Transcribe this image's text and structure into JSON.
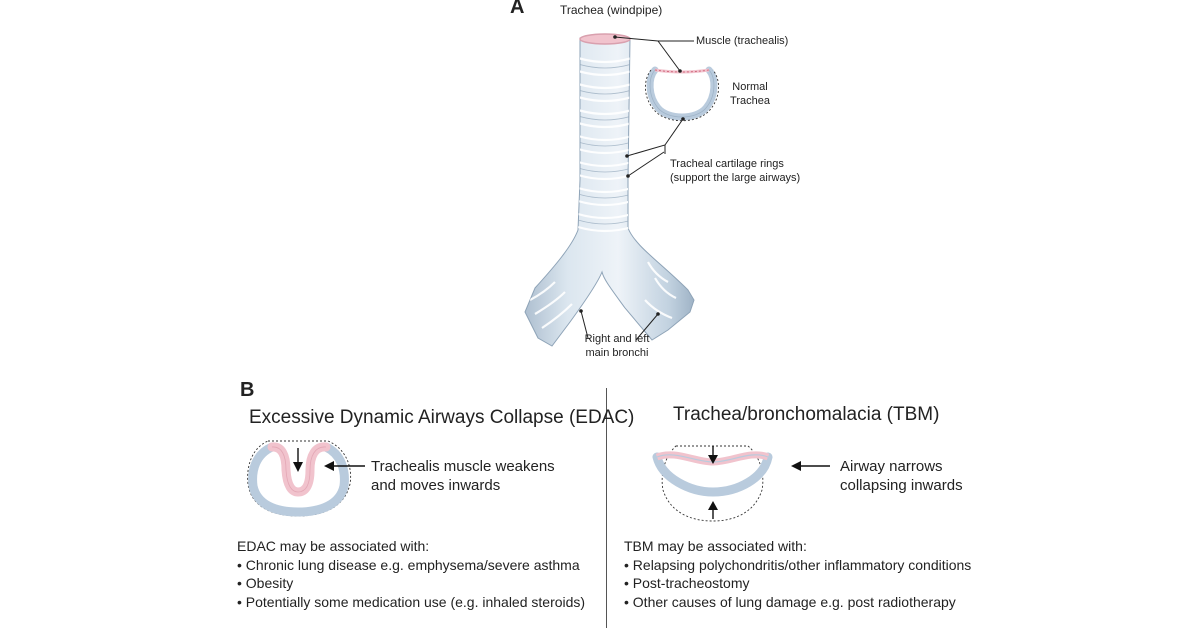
{
  "panel_a": {
    "letter": "A",
    "title": "Trachea (windpipe)",
    "labels": {
      "muscle": "Muscle (trachealis)",
      "normal_line1": "Normal",
      "normal_line2": "Trachea",
      "cartilage_line1": "Tracheal cartilage rings",
      "cartilage_line2": "(support the large airways)",
      "bronchi_line1": "Right and left",
      "bronchi_line2": "main bronchi"
    }
  },
  "panel_b": {
    "letter": "B",
    "edac": {
      "title": "Excessive Dynamic Airways Collapse (EDAC)",
      "note_line1": "Trachealis muscle weakens",
      "note_line2": "and moves inwards",
      "assoc_heading": "EDAC may be associated with:",
      "items": [
        "• Chronic lung disease e.g. emphysema/severe asthma",
        "• Obesity",
        "• Potentially some medication use (e.g. inhaled steroids)"
      ]
    },
    "tbm": {
      "title": "Trachea/bronchomalacia (TBM)",
      "note_line1": "Airway narrows",
      "note_line2": "collapsing inwards",
      "assoc_heading": "TBM may be associated with:",
      "items": [
        "• Relapsing polychondritis/other inflammatory conditions",
        "• Post-tracheostomy",
        "• Other causes of lung damage e.g. post radiotherapy"
      ]
    }
  },
  "colors": {
    "cartilage_fill": "#c9d9e8",
    "cartilage_stroke": "#9fb4c8",
    "muscle_pink": "#f1c3cd",
    "muscle_stroke": "#e0a0b0",
    "ring_line": "#ffffff",
    "leader": "#222222"
  }
}
